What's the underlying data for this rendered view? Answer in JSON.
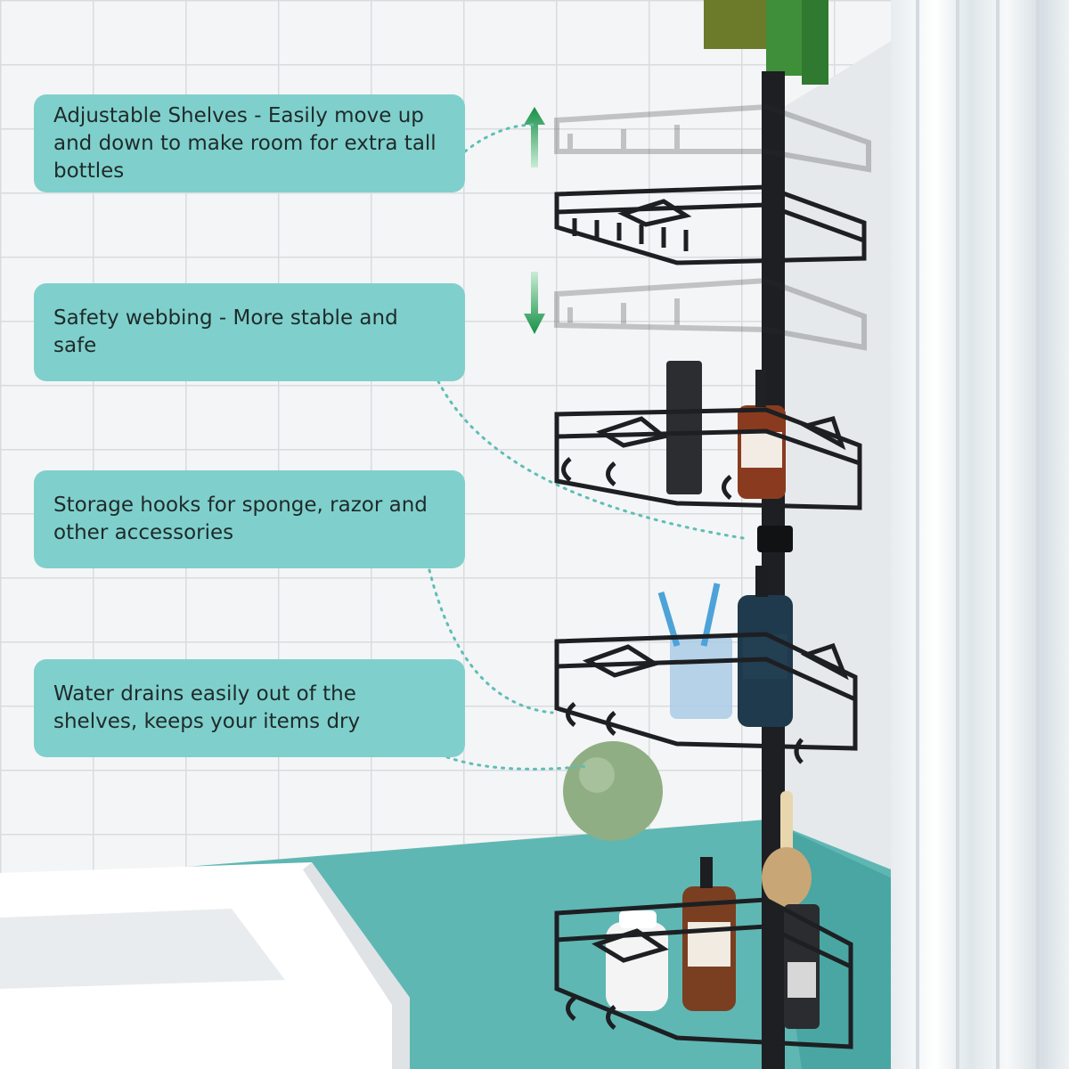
{
  "callouts": [
    {
      "text": "Adjustable Shelves - Easily move up and down to make room for extra tall bottles"
    },
    {
      "text": "Safety webbing - More stable and safe"
    },
    {
      "text": "Storage hooks for sponge, razor and other accessories"
    },
    {
      "text": "Water drains easily out of the shelves, keeps your items dry"
    }
  ],
  "colors": {
    "callout_bg": "#7fd0cc",
    "floor_teal": "#5fb7b4",
    "arrow_green": "#1e9a4e",
    "rack_black": "#1d1f22"
  }
}
